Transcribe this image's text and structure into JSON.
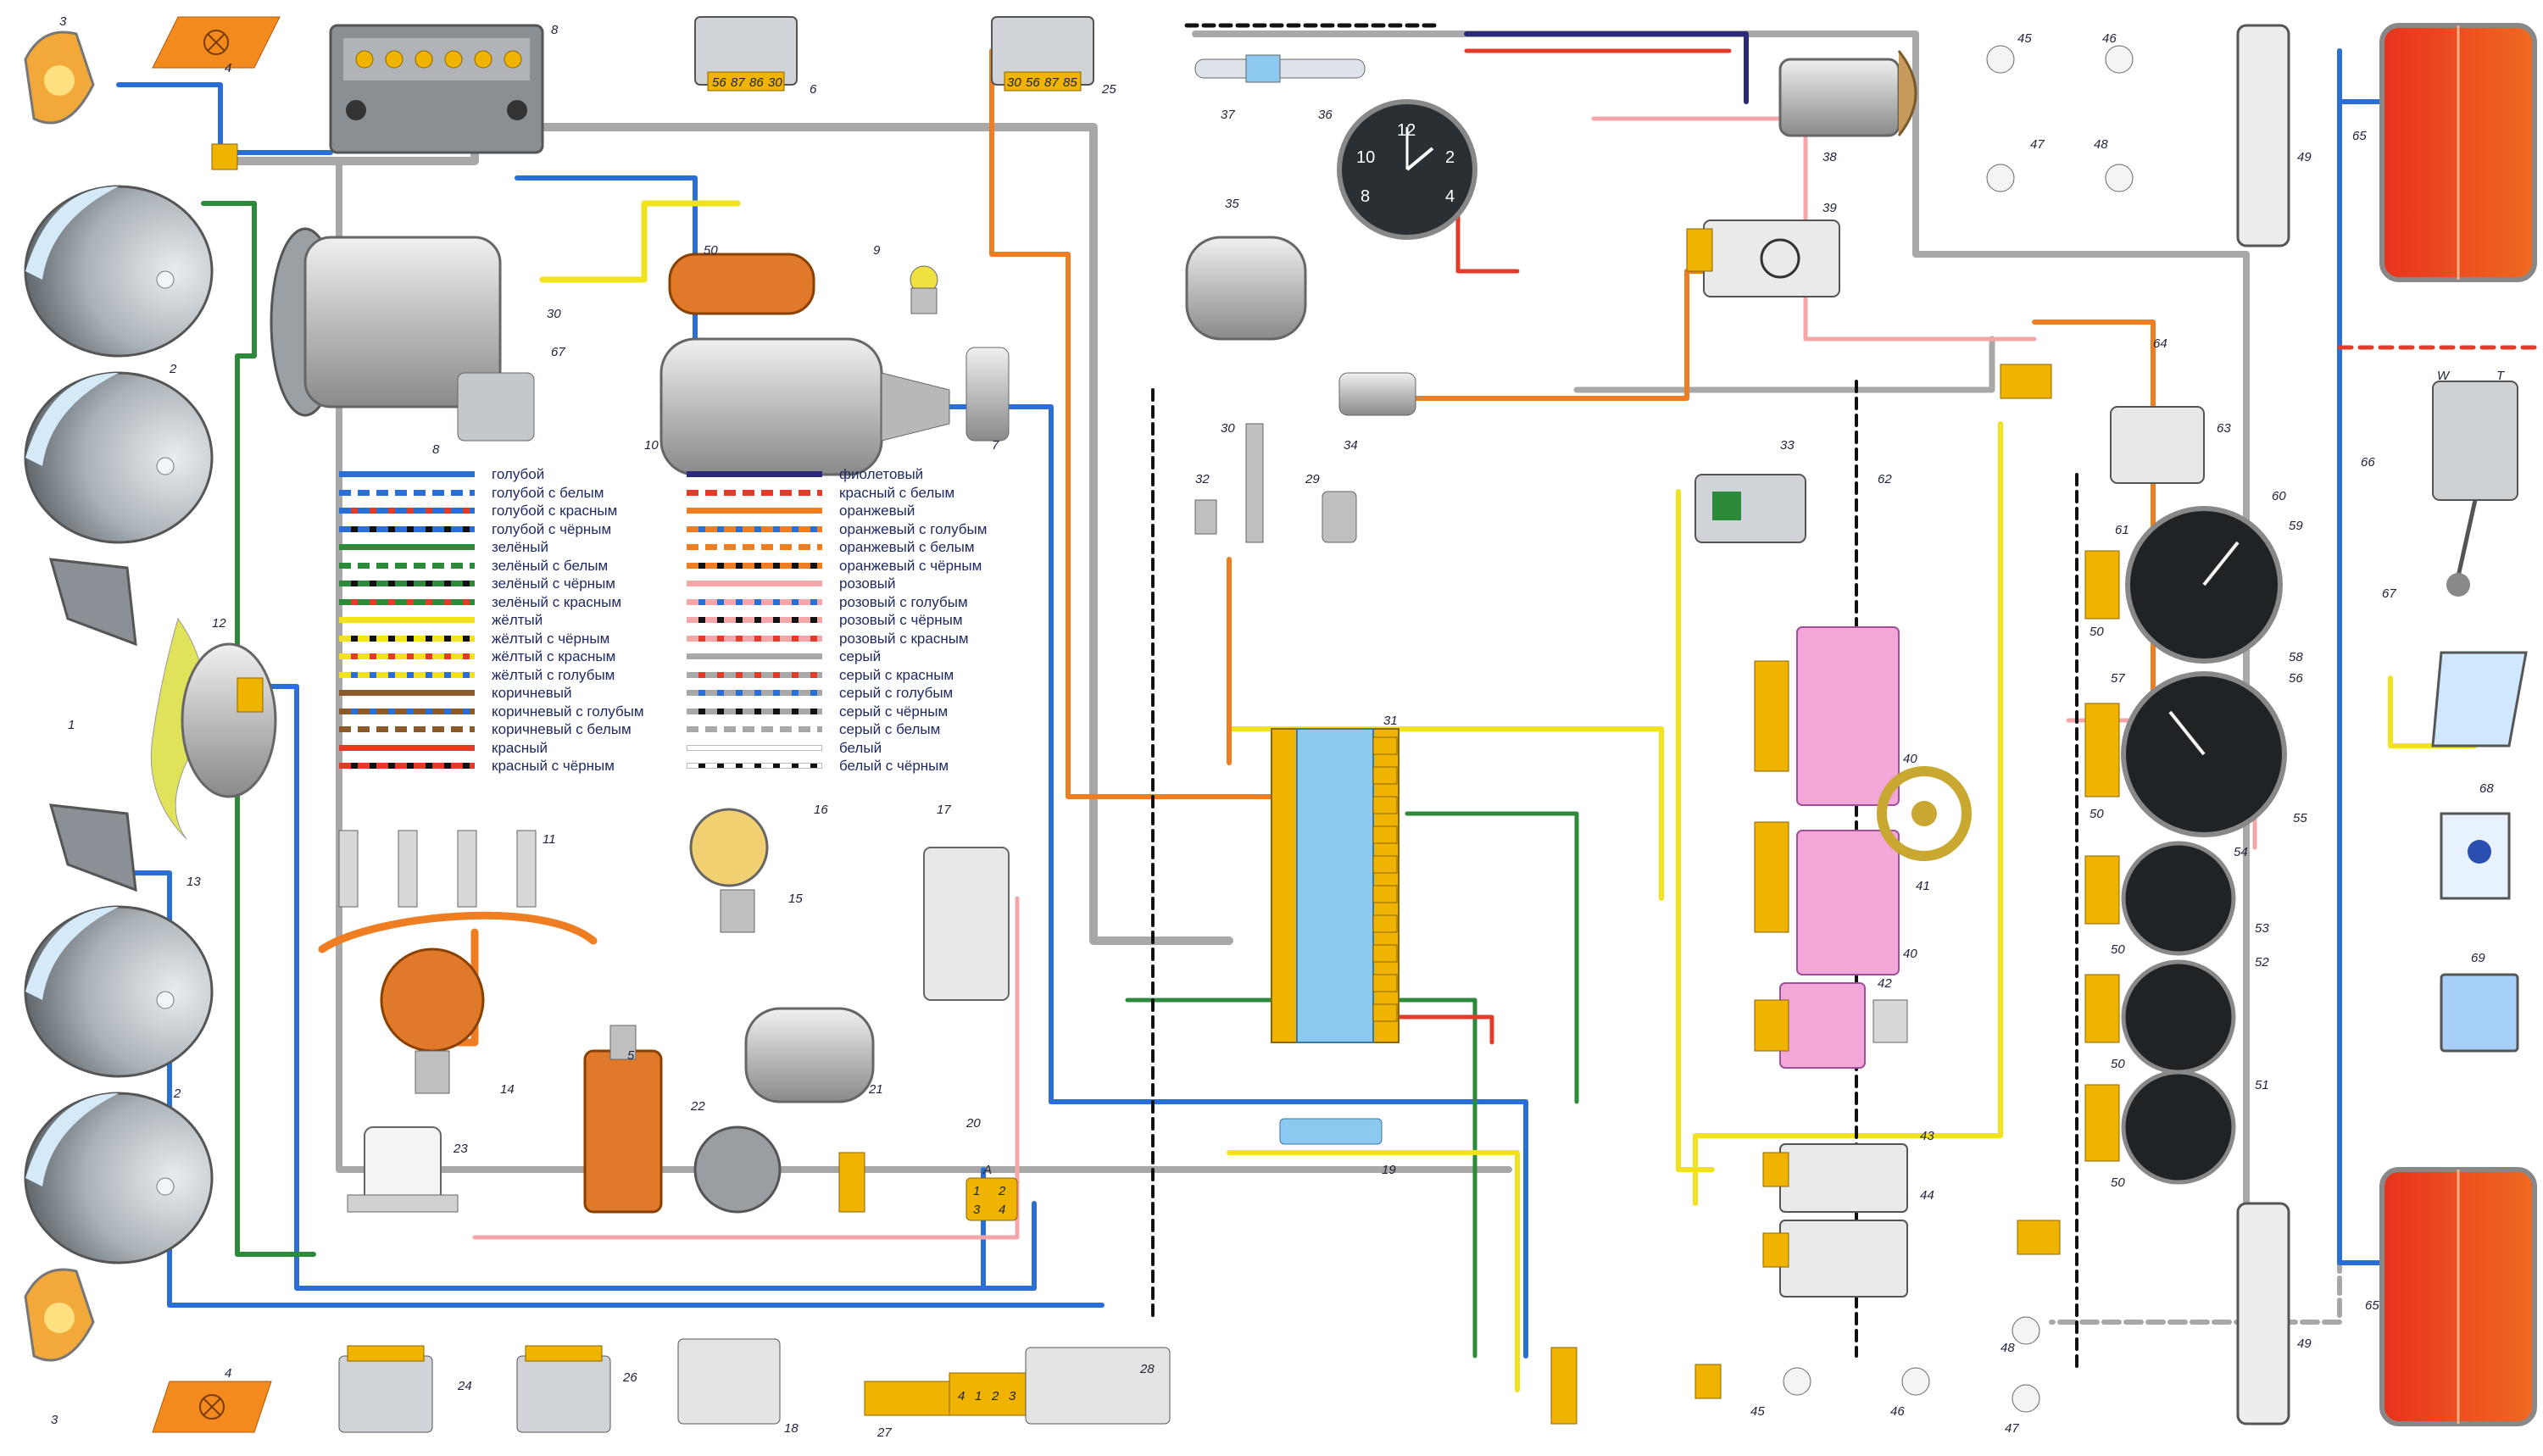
{
  "labels": {
    "n1": "1",
    "n2": "2",
    "n3": "3",
    "n4": "4",
    "n5": "5",
    "n6": "6",
    "n7": "7",
    "n8": "8",
    "n9": "9",
    "n10": "10",
    "n11": "11",
    "n12": "12",
    "n13": "13",
    "n14": "14",
    "n15": "15",
    "n16": "16",
    "n17": "17",
    "n18": "18",
    "n19": "19",
    "n20": "20",
    "n21": "21",
    "n22": "22",
    "n23": "23",
    "n24": "24",
    "n25": "25",
    "n26": "26",
    "n27": "27",
    "n28": "28",
    "n29": "29",
    "n30": "30",
    "n31": "31",
    "n32": "32",
    "n33": "33",
    "n34": "34",
    "n35": "35",
    "n36": "36",
    "n37": "37",
    "n38": "38",
    "n39": "39",
    "n40": "40",
    "n41": "41",
    "n42": "42",
    "n43": "43",
    "n44": "44",
    "n45": "45",
    "n46": "46",
    "n47": "47",
    "n48": "48",
    "n49": "49",
    "n50": "50",
    "n51": "51",
    "n52": "52",
    "n53": "53",
    "n54": "54",
    "n55": "55",
    "n56": "56",
    "n57": "57",
    "n58": "58",
    "n59": "59",
    "n60": "60",
    "n61": "61",
    "n62": "62",
    "n63": "63",
    "n64": "64",
    "n65": "65",
    "n66": "66",
    "n67": "67",
    "n68": "68",
    "n69": "69"
  },
  "relay_pins": {
    "r6": [
      "56",
      "87",
      "86",
      "30"
    ],
    "r25": [
      "30",
      "56",
      "87",
      "85"
    ],
    "r27": [
      "4",
      "1",
      "2",
      "3"
    ],
    "conn": [
      "1",
      "2",
      "3",
      "4"
    ],
    "conn_a": "A"
  },
  "clock_digits": [
    "12",
    "2",
    "4",
    "8",
    "10"
  ],
  "switch_letters": [
    "W",
    "T"
  ],
  "legend": {
    "left": [
      {
        "label": "голубой",
        "color": "#2a6fd6",
        "stripe": ""
      },
      {
        "label": "голубой с белым",
        "color": "#2a6fd6",
        "stripe": "#ffffff"
      },
      {
        "label": "голубой с красным",
        "color": "#2a6fd6",
        "stripe": "#e23b2a"
      },
      {
        "label": "голубой с чёрным",
        "color": "#2a6fd6",
        "stripe": "#111111"
      },
      {
        "label": "зелёный",
        "color": "#2c8a3a",
        "stripe": ""
      },
      {
        "label": "зелёный с белым",
        "color": "#2c8a3a",
        "stripe": "#ffffff"
      },
      {
        "label": "зелёный с чёрным",
        "color": "#2c8a3a",
        "stripe": "#111111"
      },
      {
        "label": "зелёный с красным",
        "color": "#2c8a3a",
        "stripe": "#e23b2a"
      },
      {
        "label": "жёлтый",
        "color": "#f2e21e",
        "stripe": ""
      },
      {
        "label": "жёлтый с чёрным",
        "color": "#f2e21e",
        "stripe": "#111111"
      },
      {
        "label": "жёлтый с красным",
        "color": "#f2e21e",
        "stripe": "#e23b2a"
      },
      {
        "label": "жёлтый с голубым",
        "color": "#f2e21e",
        "stripe": "#2a6fd6"
      },
      {
        "label": "коричневый",
        "color": "#8a5a2a",
        "stripe": ""
      },
      {
        "label": "коричневый с голубым",
        "color": "#8a5a2a",
        "stripe": "#2a6fd6"
      },
      {
        "label": "коричневый с белым",
        "color": "#8a5a2a",
        "stripe": "#ffffff"
      },
      {
        "label": "красный",
        "color": "#e23b2a",
        "stripe": ""
      },
      {
        "label": "красный с чёрным",
        "color": "#e23b2a",
        "stripe": "#111111"
      }
    ],
    "right": [
      {
        "label": "фиолетовый",
        "color": "#2b2a78",
        "stripe": ""
      },
      {
        "label": "красный с белым",
        "color": "#e23b2a",
        "stripe": "#ffffff"
      },
      {
        "label": "оранжевый",
        "color": "#ef7d22",
        "stripe": ""
      },
      {
        "label": "оранжевый с голубым",
        "color": "#ef7d22",
        "stripe": "#2a6fd6"
      },
      {
        "label": "оранжевый с белым",
        "color": "#ef7d22",
        "stripe": "#ffffff"
      },
      {
        "label": "оранжевый с чёрным",
        "color": "#ef7d22",
        "stripe": "#111111"
      },
      {
        "label": "розовый",
        "color": "#f4a6a8",
        "stripe": ""
      },
      {
        "label": "розовый с голубым",
        "color": "#f4a6a8",
        "stripe": "#2a6fd6"
      },
      {
        "label": "розовый с чёрным",
        "color": "#f4a6a8",
        "stripe": "#111111"
      },
      {
        "label": "розовый с красным",
        "color": "#f4a6a8",
        "stripe": "#e23b2a"
      },
      {
        "label": "серый",
        "color": "#a8a8a8",
        "stripe": ""
      },
      {
        "label": "серый с красным",
        "color": "#a8a8a8",
        "stripe": "#e23b2a"
      },
      {
        "label": "серый с голубым",
        "color": "#a8a8a8",
        "stripe": "#2a6fd6"
      },
      {
        "label": "серый с чёрным",
        "color": "#a8a8a8",
        "stripe": "#111111"
      },
      {
        "label": "серый с белым",
        "color": "#a8a8a8",
        "stripe": "#ffffff"
      },
      {
        "label": "белый",
        "color": "#ffffff",
        "stripe": ""
      },
      {
        "label": "белый с чёрным",
        "color": "#ffffff",
        "stripe": "#111111"
      }
    ]
  },
  "colors": {
    "blue": "#2a6fd6",
    "green": "#2c8a3a",
    "yellow": "#f2e21e",
    "brown": "#8a5a2a",
    "red": "#e23b2a",
    "violet": "#2b2a78",
    "orange": "#ef7d22",
    "pink": "#f4a6a8",
    "gray": "#a8a8a8",
    "black": "#111111",
    "connector": "#f0b400",
    "fuse_block": "#8cc8f0",
    "pink_switch": "#f3a6d8",
    "lamp_orange": "#f28a1e",
    "lamp_red": "#e8321e"
  }
}
